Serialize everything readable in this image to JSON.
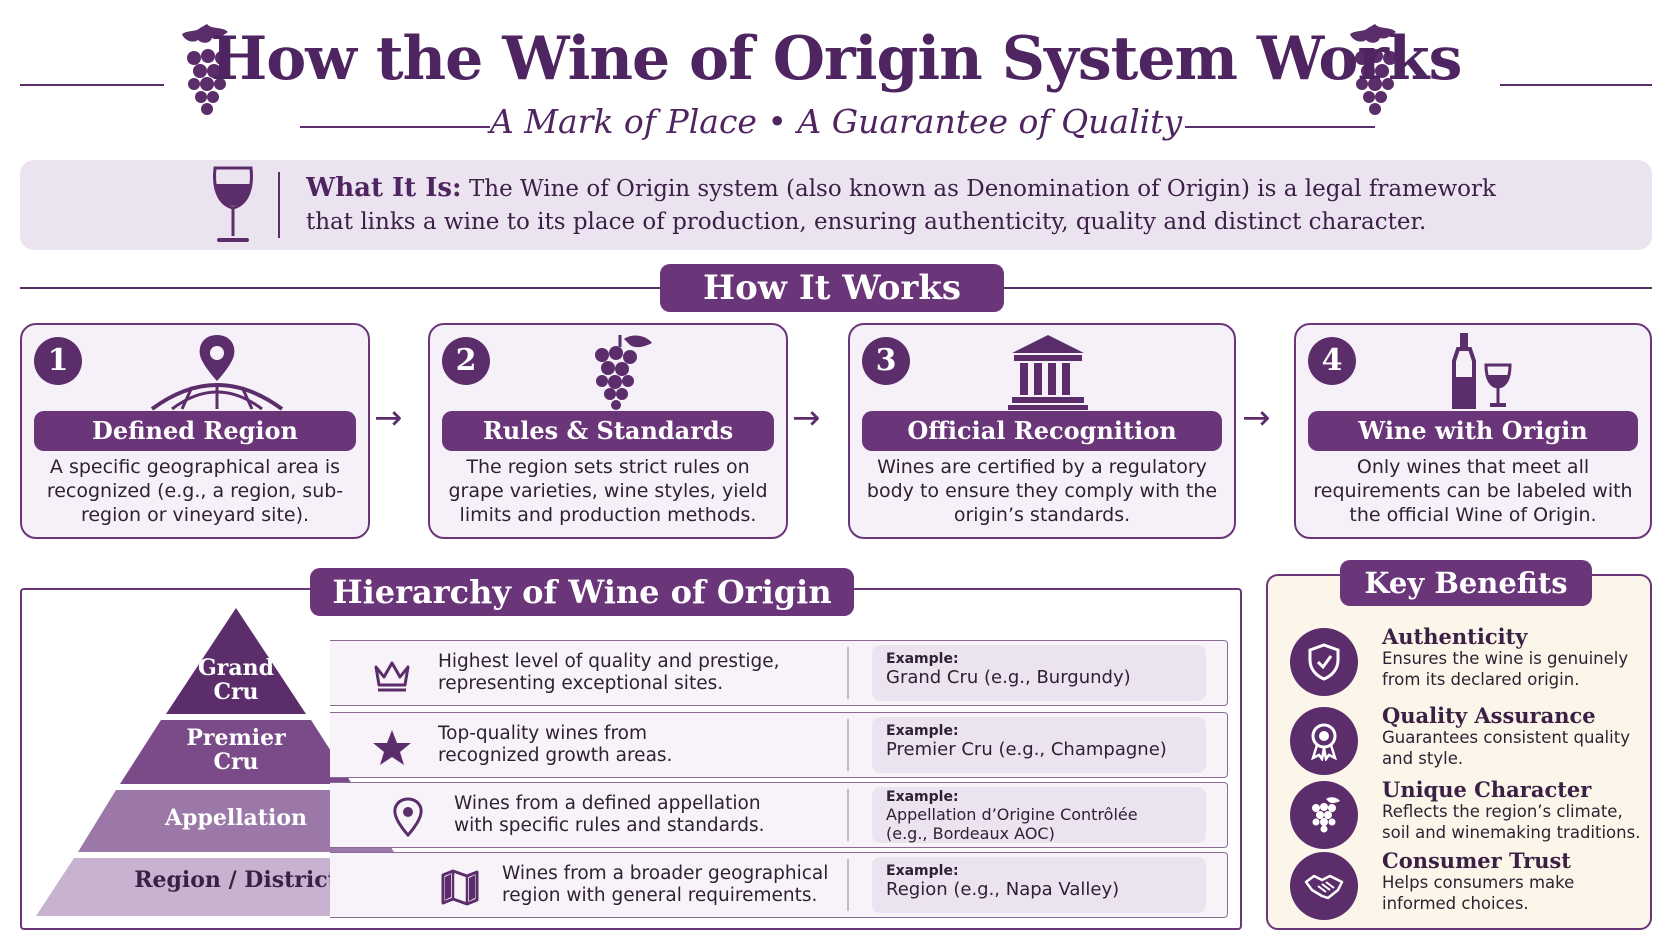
{
  "header": {
    "title": "How the Wine of Origin System Works",
    "subtitle": "A Mark of Place • A Guarantee of Quality"
  },
  "what_it_is": {
    "label": "What It Is:",
    "text_line1": " The Wine of Origin system (also known as Denomination of Origin) is a legal framework",
    "text_line2": "that links a wine to its place of production, ensuring authenticity, quality and distinct character."
  },
  "how_it_works": {
    "title": "How It Works",
    "steps": [
      {
        "number": "1",
        "title": "Defined Region",
        "icon": "map-pin-globe-icon",
        "desc": "A specific geographical area is recognized (e.g., a region, sub-region or vineyard site)."
      },
      {
        "number": "2",
        "title": "Rules & Standards",
        "icon": "grape-icon",
        "desc": "The region sets strict rules on grape varieties, wine styles, yield limits and production methods."
      },
      {
        "number": "3",
        "title": "Official Recognition",
        "icon": "government-building-icon",
        "desc": "Wines are certified by a regulatory body to ensure they comply with the origin’s standards."
      },
      {
        "number": "4",
        "title": "Wine with Origin",
        "icon": "wine-bottle-glass-icon",
        "desc": "Only wines that meet all requirements can be labeled with the official Wine of Origin."
      }
    ],
    "arrow": "→"
  },
  "hierarchy": {
    "title": "Hierarchy of Wine of Origin",
    "levels": [
      {
        "name_line1": "Grand",
        "name_line2": "Cru",
        "icon": "crown-icon",
        "desc_line1": "Highest level of quality and prestige,",
        "desc_line2": "representing exceptional sites.",
        "example_label": "Example:",
        "example_line1": "Grand Cru (e.g., Burgundy)",
        "example_line2": ""
      },
      {
        "name_line1": "Premier",
        "name_line2": "Cru",
        "icon": "star-icon",
        "desc_line1": "Top-quality wines from",
        "desc_line2": "recognized growth areas.",
        "example_label": "Example:",
        "example_line1": "Premier Cru (e.g., Champagne)",
        "example_line2": ""
      },
      {
        "name_line1": "Appellation",
        "name_line2": "",
        "icon": "location-pin-icon",
        "desc_line1": "Wines from a defined appellation",
        "desc_line2": "with specific rules and standards.",
        "example_label": "Example:",
        "example_line1": "Appellation d’Origine Contrôlée",
        "example_line2": "(e.g., Bordeaux AOC)"
      },
      {
        "name_line1": "Region / District",
        "name_line2": "",
        "icon": "map-icon",
        "desc_line1": "Wines from a broader geographical",
        "desc_line2": "region with general requirements.",
        "example_label": "Example:",
        "example_line1": "Region (e.g., Napa Valley)",
        "example_line2": ""
      }
    ]
  },
  "benefits": {
    "title": "Key Benefits",
    "items": [
      {
        "icon": "shield-icon",
        "title": "Authenticity",
        "desc_line1": "Ensures the wine is genuinely",
        "desc_line2": "from its declared origin."
      },
      {
        "icon": "award-ribbon-icon",
        "title": "Quality Assurance",
        "desc_line1": "Guarantees consistent quality",
        "desc_line2": "and style."
      },
      {
        "icon": "grape-icon",
        "title": "Unique Character",
        "desc_line1": "Reflects the region’s climate,",
        "desc_line2": "soil and winemaking traditions."
      },
      {
        "icon": "handshake-icon",
        "title": "Consumer Trust",
        "desc_line1": "Helps consumers make",
        "desc_line2": "informed choices."
      }
    ]
  },
  "colors": {
    "primary": "#5c2d6b",
    "pill": "#6a3579",
    "light_panel": "#ece3f0",
    "benefit_bg": "#fbf6e9"
  }
}
